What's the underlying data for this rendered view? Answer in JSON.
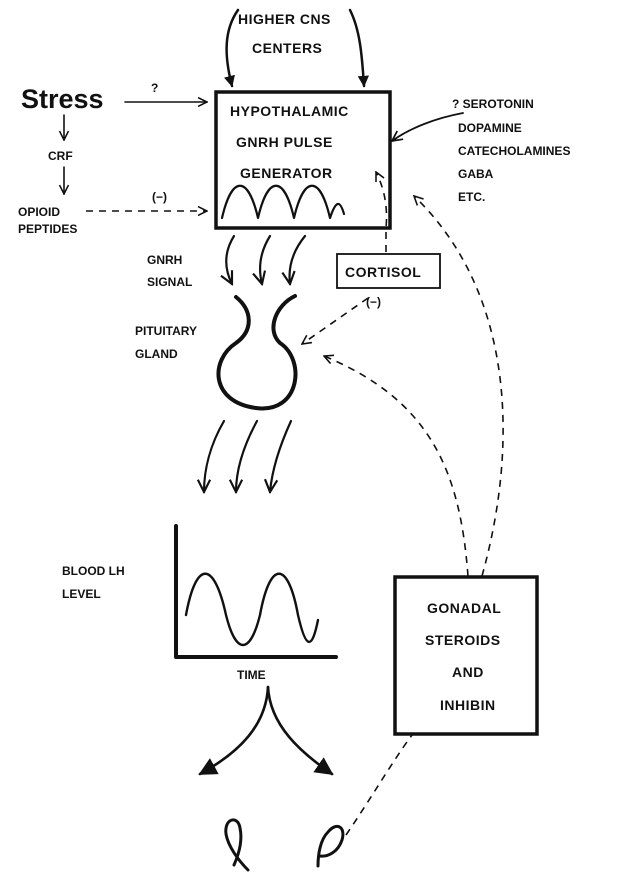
{
  "labels": {
    "higher_cns_1": "HIGHER CNS",
    "higher_cns_2": "CENTERS",
    "stress": "Stress",
    "stress_q": "?",
    "crf": "CRF",
    "opioid_1": "OPIOID",
    "opioid_2": "PEPTIDES",
    "opioid_sign": "(−)",
    "hypo_1": "HYPOTHALAMIC",
    "hypo_2": "GNRH PULSE",
    "hypo_3": "GENERATOR",
    "neuro_1": "? SEROTONIN",
    "neuro_2": "DOPAMINE",
    "neuro_3": "CATECHOLAMINES",
    "neuro_4": "GABA",
    "neuro_5": "ETC.",
    "gnrh_1": "GNRH",
    "gnrh_2": "SIGNAL",
    "cortisol": "CORTISOL",
    "cortisol_sign": "(−)",
    "pituitary_1": "PITUITARY",
    "pituitary_2": "GLAND",
    "blood_1": "BLOOD LH",
    "blood_2": "LEVEL",
    "time": "TIME",
    "gonadal_1": "GONADAL",
    "gonadal_2": "STEROIDS",
    "gonadal_3": "AND",
    "gonadal_4": "INHIBIN"
  }
}
